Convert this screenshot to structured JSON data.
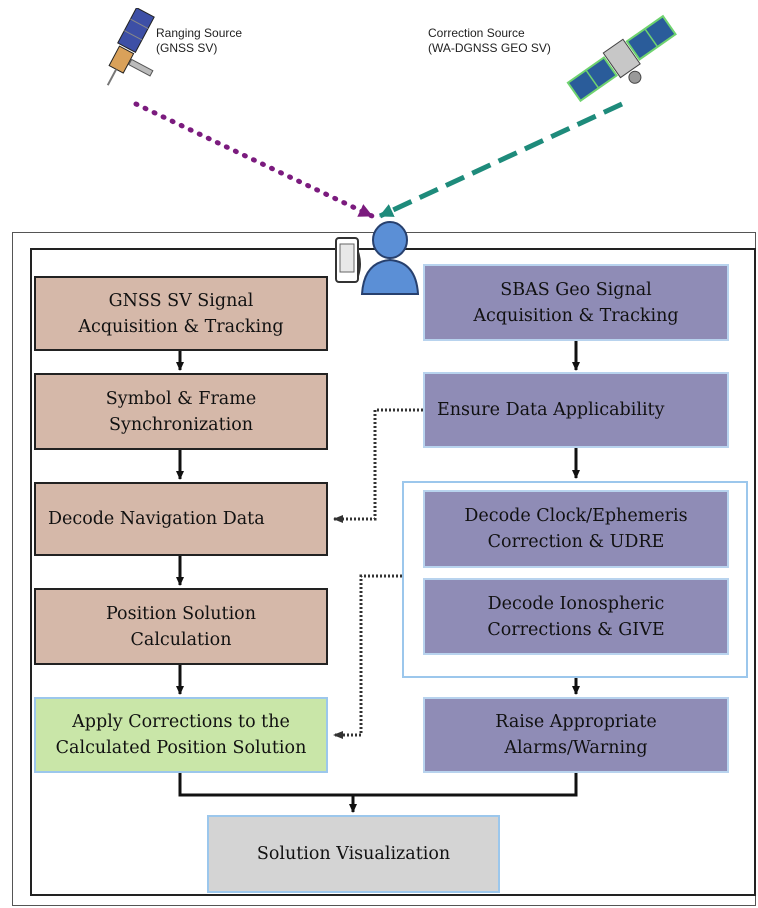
{
  "sources": {
    "ranging": {
      "line1": "Ranging Source",
      "line2": "(GNSS SV)"
    },
    "correction": {
      "line1": "Correction Source",
      "line2": "(WA-DGNSS GEO SV)"
    }
  },
  "colors": {
    "brown_box": "#d5b8a9",
    "purple_box": "#8f8cb6",
    "green_box": "#c9e6a8",
    "grey_box": "#d4d4d4",
    "ranging_link": "#7b1b7e",
    "correction_link": "#1e8b7b",
    "user_icon": "#5b8fd6"
  },
  "icons": [
    "gnss-satellite-icon",
    "geo-satellite-icon",
    "user-receiver-icon"
  ],
  "boxes": {
    "gnss_acq": "GNSS SV Signal\nAcquisition & Tracking",
    "symbol_sync": "Symbol & Frame\nSynchronization",
    "decode_nav": "Decode Navigation Data",
    "position_calc": "Position Solution\nCalculation",
    "apply_corr": "Apply Corrections to the\nCalculated Position Solution",
    "sbas_acq": "SBAS Geo Signal\nAcquisition & Tracking",
    "ensure_data": "Ensure Data Applicability",
    "decode_clock": "Decode Clock/Ephemeris\nCorrection & UDRE",
    "decode_iono": "Decode Ionospheric\nCorrections & GIVE",
    "raise_alarms": "Raise Appropriate\nAlarms/Warning",
    "visualization": "Solution Visualization"
  }
}
